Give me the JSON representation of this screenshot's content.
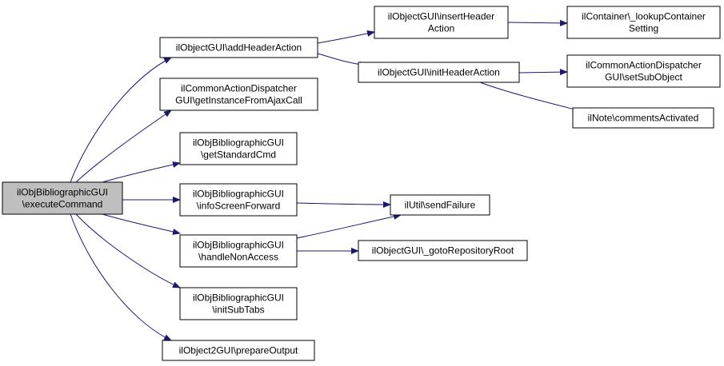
{
  "colors": {
    "edge": "#191970",
    "node_border": "#000000",
    "node_fill": "#ffffff",
    "root_fill": "#bfbfbf",
    "background": "#ffffff"
  },
  "nodes": {
    "root": [
      "ilObjBibliographicGUI",
      "\\executeCommand"
    ],
    "addHeaderAction": [
      "ilObjectGUI\\addHeaderAction"
    ],
    "getInstanceFromAjaxCall": [
      "ilCommonActionDispatcher",
      "GUI\\getInstanceFromAjaxCall"
    ],
    "getStandardCmd": [
      "ilObjBibliographicGUI",
      "\\getStandardCmd"
    ],
    "infoScreenForward": [
      "ilObjBibliographicGUI",
      "\\infoScreenForward"
    ],
    "handleNonAccess": [
      "ilObjBibliographicGUI",
      "\\handleNonAccess"
    ],
    "initSubTabs": [
      "ilObjBibliographicGUI",
      "\\initSubTabs"
    ],
    "prepareOutput": [
      "ilObject2GUI\\prepareOutput"
    ],
    "insertHeaderAction": [
      "ilObjectGUI\\insertHeader",
      "Action"
    ],
    "initHeaderAction": [
      "ilObjectGUI\\initHeaderAction"
    ],
    "lookupContainerSetting": [
      "ilContainer\\_lookupContainer",
      "Setting"
    ],
    "setSubObject": [
      "ilCommonActionDispatcher",
      "GUI\\setSubObject"
    ],
    "commentsActivated": [
      "ilNote\\commentsActivated"
    ],
    "sendFailure": [
      "ilUtil\\sendFailure"
    ],
    "gotoRepositoryRoot": [
      "ilObjectGUI\\_gotoRepositoryRoot"
    ]
  },
  "edges": [
    [
      "root",
      "addHeaderAction"
    ],
    [
      "root",
      "getInstanceFromAjaxCall"
    ],
    [
      "root",
      "getStandardCmd"
    ],
    [
      "root",
      "infoScreenForward"
    ],
    [
      "root",
      "handleNonAccess"
    ],
    [
      "root",
      "initSubTabs"
    ],
    [
      "root",
      "prepareOutput"
    ],
    [
      "addHeaderAction",
      "insertHeaderAction"
    ],
    [
      "addHeaderAction",
      "initHeaderAction"
    ],
    [
      "insertHeaderAction",
      "lookupContainerSetting"
    ],
    [
      "initHeaderAction",
      "setSubObject"
    ],
    [
      "initHeaderAction",
      "commentsActivated"
    ],
    [
      "infoScreenForward",
      "sendFailure"
    ],
    [
      "handleNonAccess",
      "sendFailure"
    ],
    [
      "handleNonAccess",
      "gotoRepositoryRoot"
    ]
  ]
}
